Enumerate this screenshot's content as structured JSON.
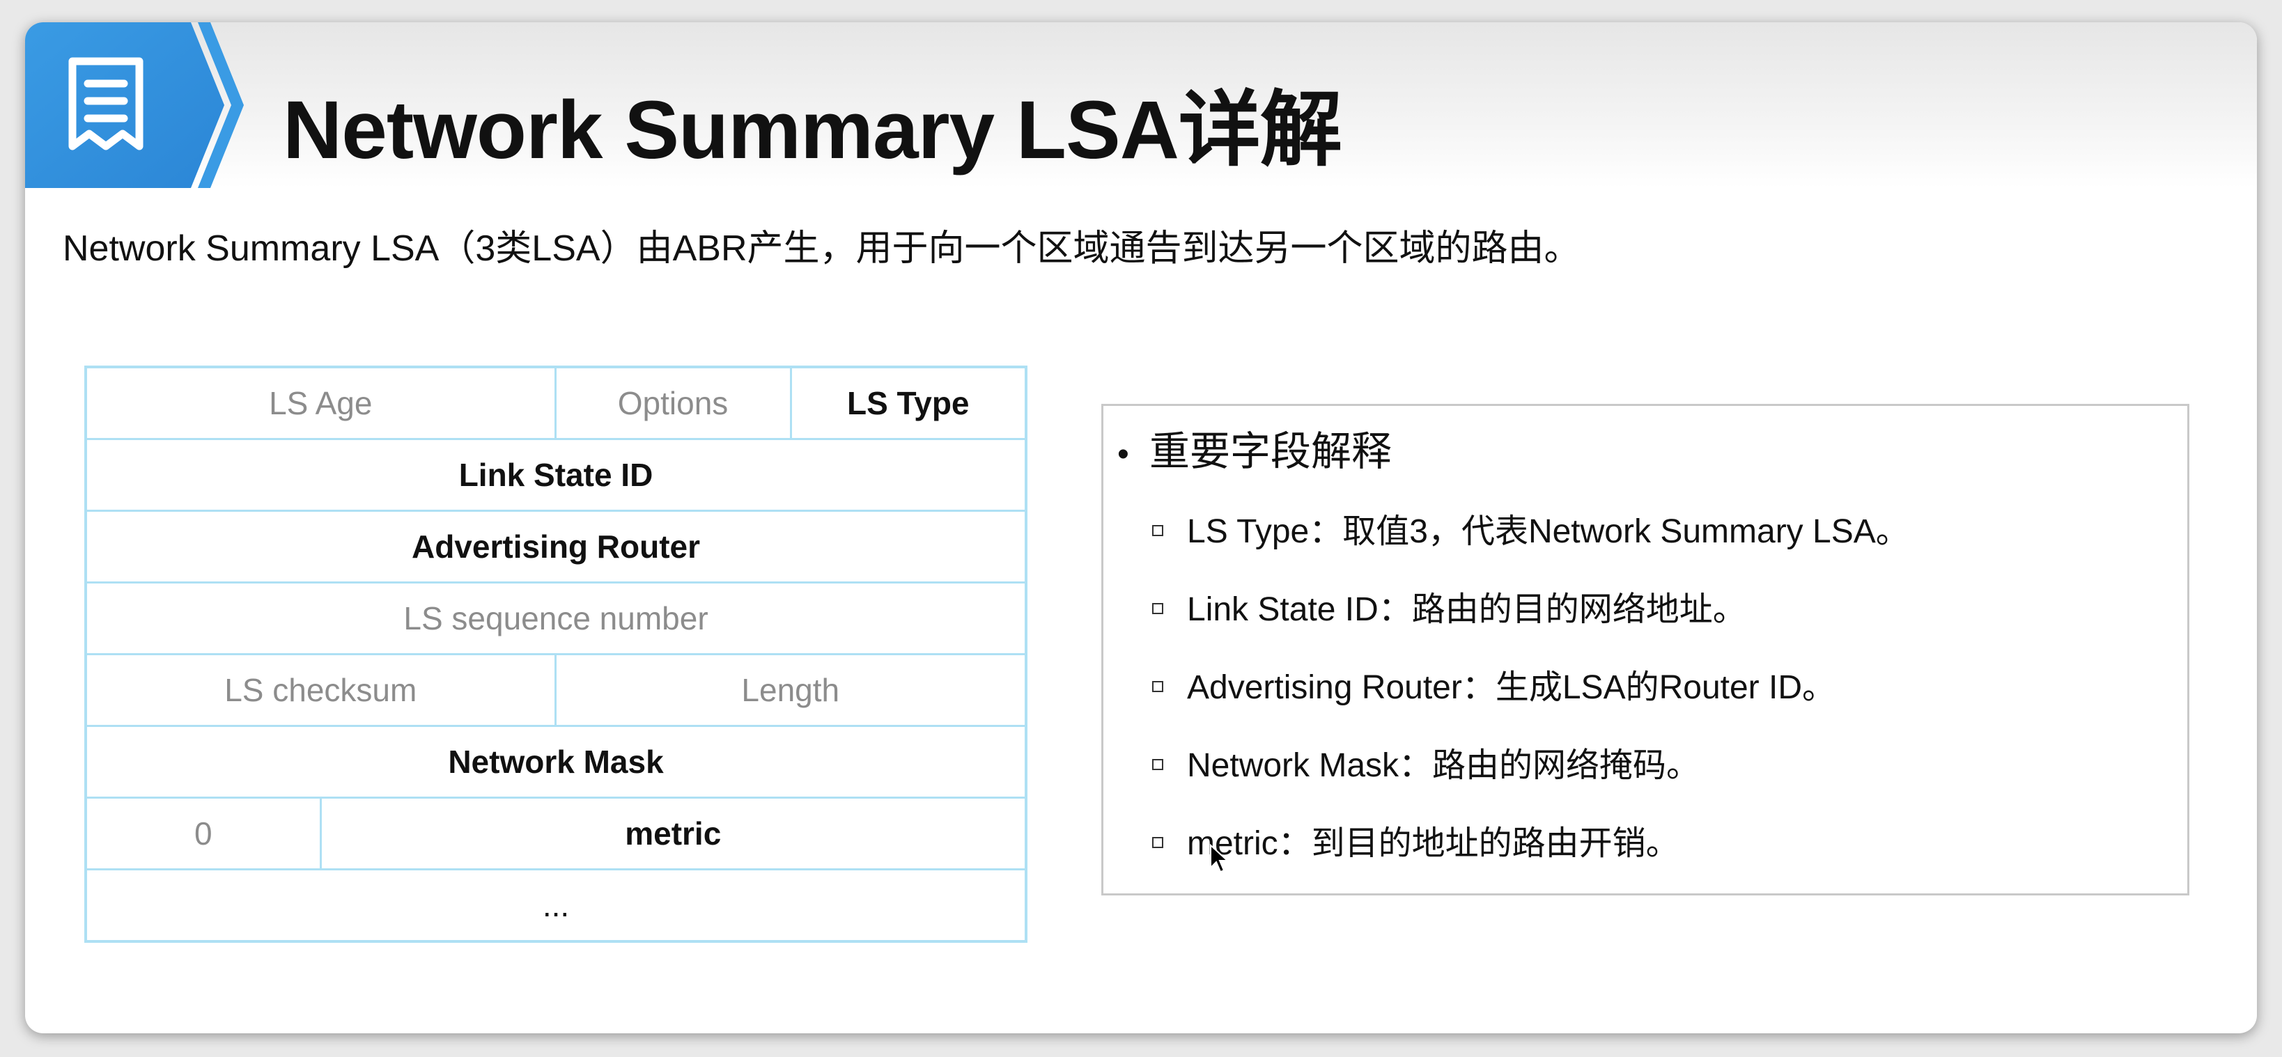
{
  "slide": {
    "title": "Network Summary LSA详解",
    "intro": "Network Summary LSA（3类LSA）由ABR产生，用于向一个区域通告到达另一个区域的路由。",
    "header_icon": "document-list-icon",
    "colors": {
      "header_blue": "#2f8fde",
      "table_border": "#aee0f4",
      "gray_field": "#8c8c8c"
    }
  },
  "lsa_table": {
    "row1": {
      "ls_age": "LS Age",
      "options": "Options",
      "ls_type": "LS Type"
    },
    "row2": {
      "link_state_id": "Link State ID"
    },
    "row3": {
      "advertising_router": "Advertising Router"
    },
    "row4": {
      "seq": "LS sequence number"
    },
    "row5": {
      "checksum": "LS checksum",
      "length": "Length"
    },
    "row6": {
      "network_mask": "Network Mask"
    },
    "row7": {
      "zero": "0",
      "metric": "metric"
    },
    "row8": {
      "more": "..."
    }
  },
  "notes": {
    "heading": "重要字段解释",
    "bullet": "•",
    "items": [
      {
        "text": "LS Type：取值3，代表Network Summary LSA。"
      },
      {
        "text": "Link State ID：路由的目的网络地址。"
      },
      {
        "text": "Advertising Router：生成LSA的Router ID。"
      },
      {
        "text": "Network Mask：路由的网络掩码。"
      },
      {
        "text": "metric：到目的地址的路由开销。"
      }
    ]
  }
}
